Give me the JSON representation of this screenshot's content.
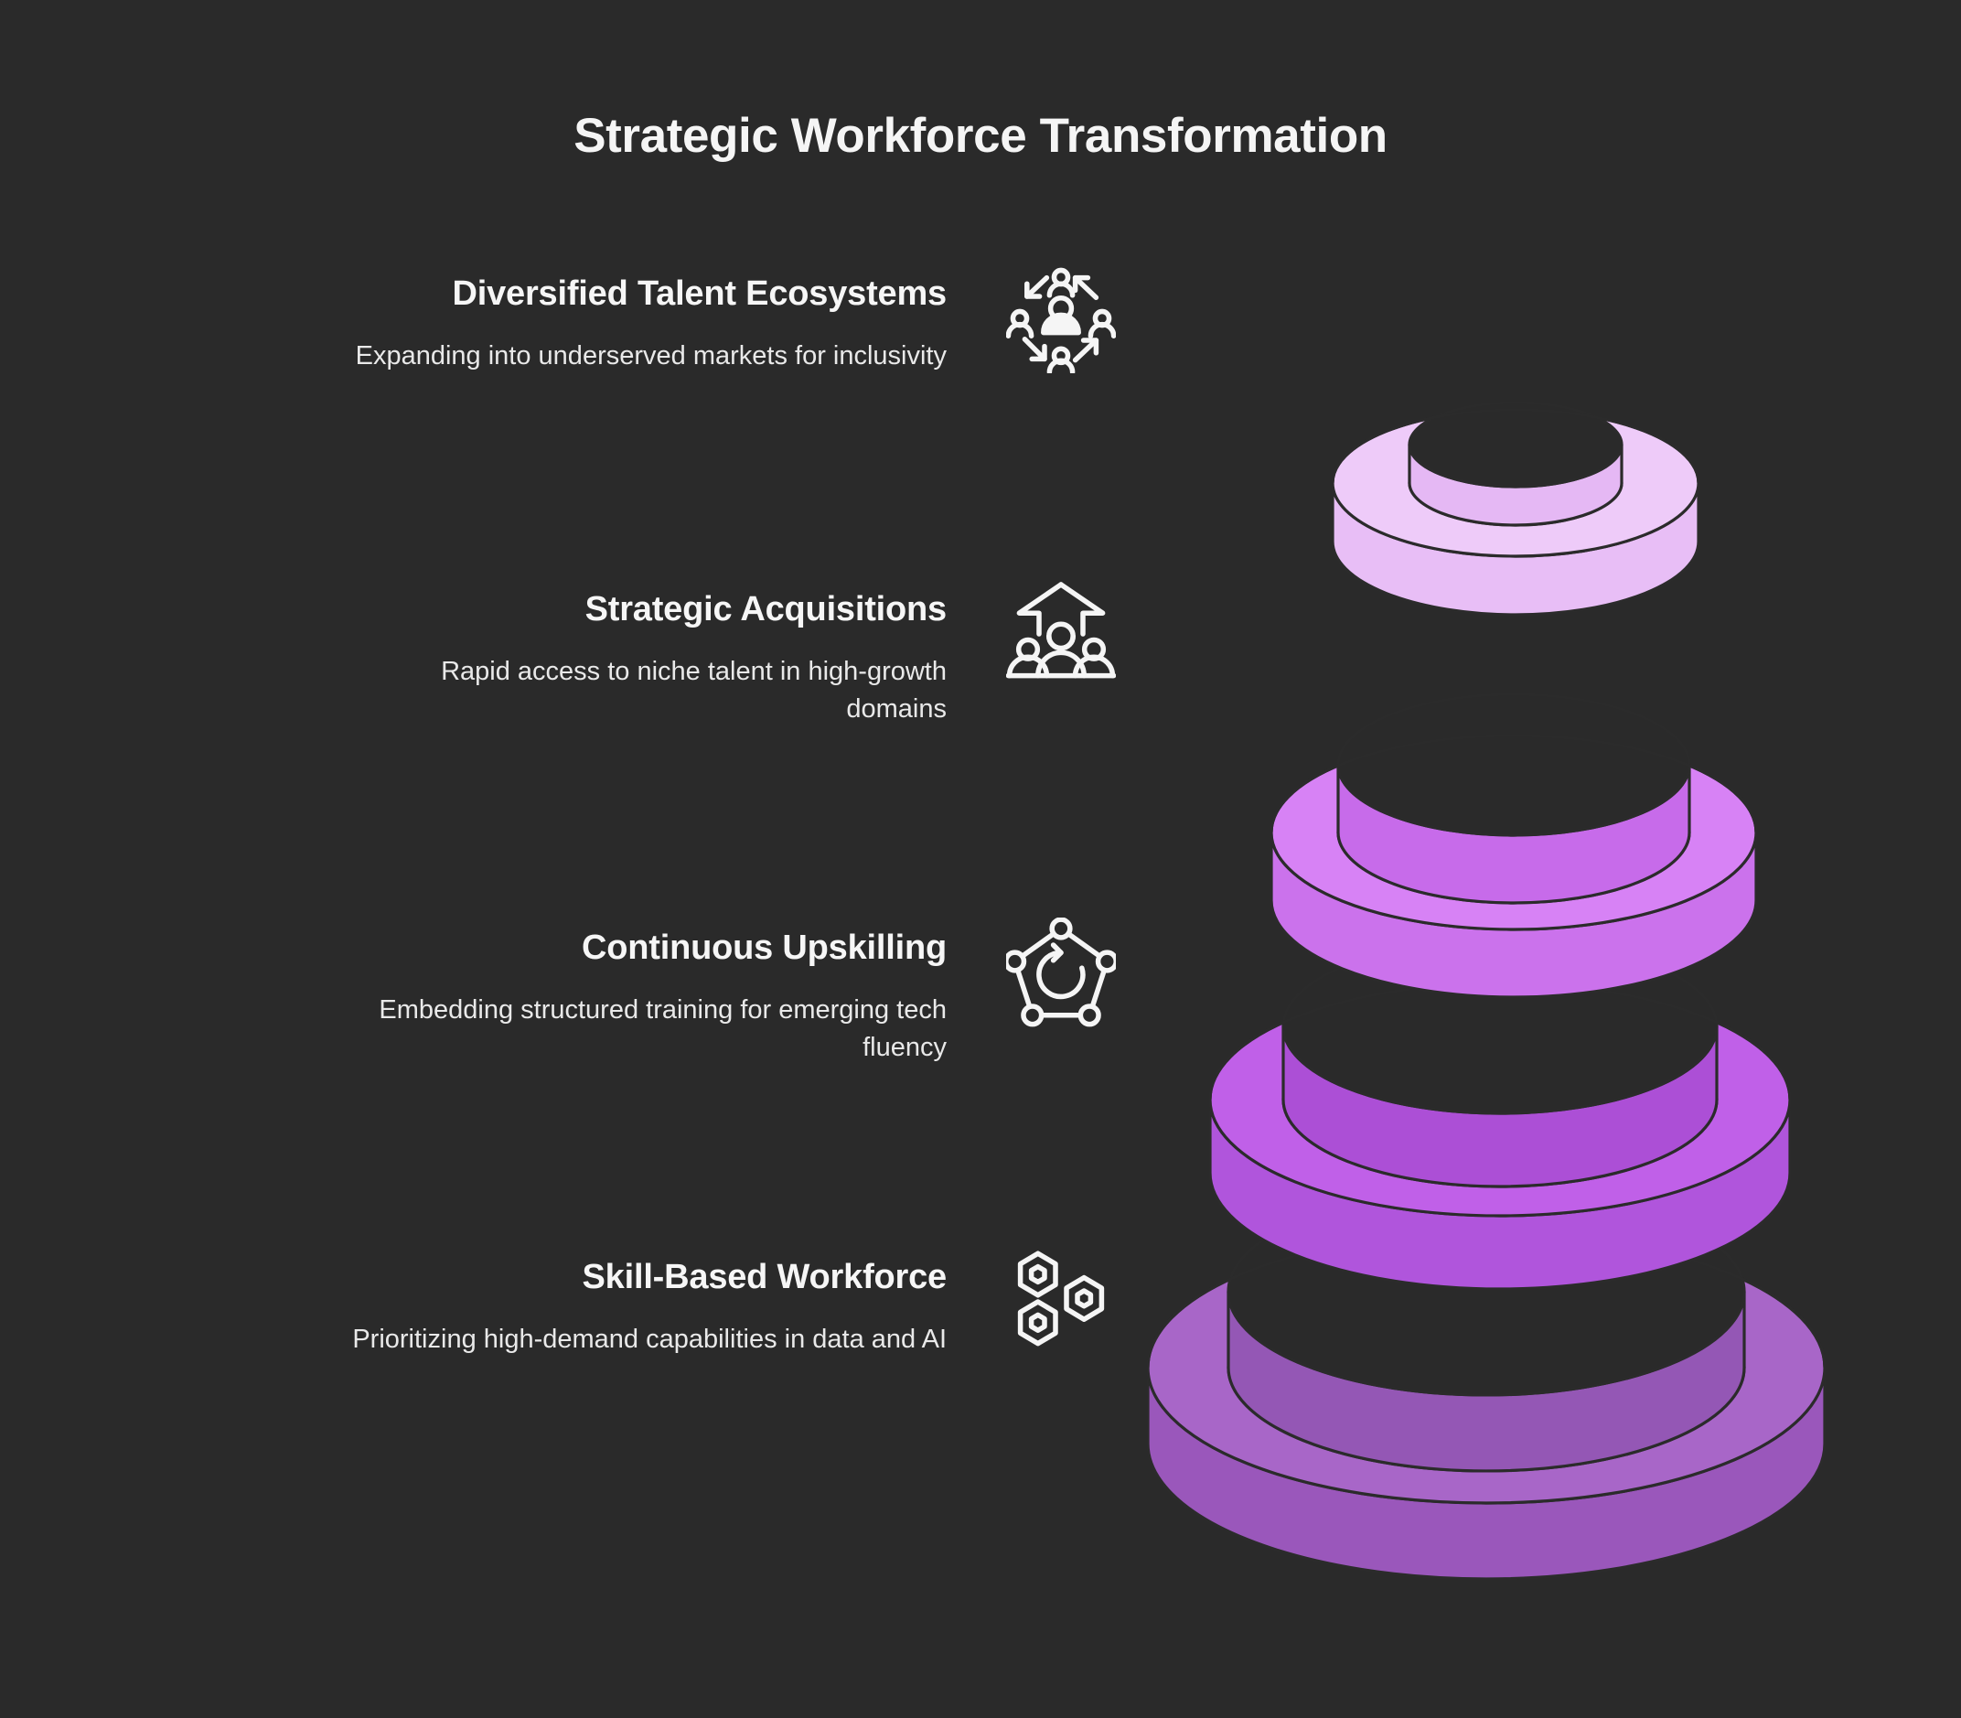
{
  "title": "Strategic Workforce Transformation",
  "colors": {
    "background": "#2a2a2a",
    "text": "#f5f5f5",
    "text_secondary": "#e9e9e9",
    "stroke": "#2b2b2b",
    "ring_1": "#eecbf9",
    "ring_2": "#d782f5",
    "ring_3": "#c060e8",
    "ring_4": "#a866c8"
  },
  "items": [
    {
      "heading": "Diversified Talent Ecosystems",
      "description": "Expanding into underserved markets for inclusivity",
      "icon": "people-network-arrows-icon"
    },
    {
      "heading": "Strategic Acquisitions",
      "description": "Rapid access to niche talent in high-growth domains",
      "icon": "group-growth-arrow-icon"
    },
    {
      "heading": "Continuous Upskilling",
      "description": "Embedding structured training for emerging tech fluency",
      "icon": "pentagon-network-refresh-icon"
    },
    {
      "heading": "Skill-Based Workforce",
      "description": "Prioritizing high-demand capabilities in data and AI",
      "icon": "hexagon-cluster-icon"
    }
  ],
  "graphic": {
    "name": "stacked-rings-pyramid",
    "ring_count": 4,
    "rings": [
      {
        "label": "Diversified Talent Ecosystems",
        "color": "#eecbf9",
        "rank": 1
      },
      {
        "label": "Strategic Acquisitions",
        "color": "#d782f5",
        "rank": 2
      },
      {
        "label": "Continuous Upskilling",
        "color": "#c060e8",
        "rank": 3
      },
      {
        "label": "Skill-Based Workforce",
        "color": "#a866c8",
        "rank": 4
      }
    ]
  }
}
